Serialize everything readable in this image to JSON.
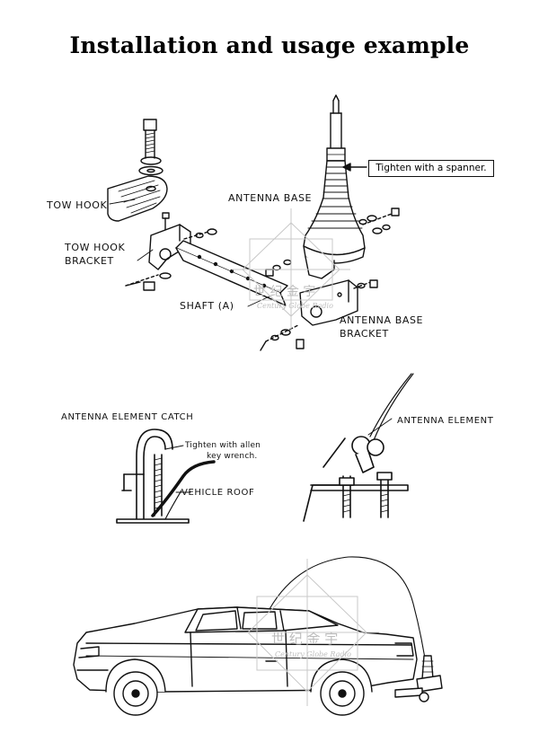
{
  "title": "Installation and usage example",
  "diagram1": {
    "tow_hook": "TOW HOOK",
    "tow_hook_bracket_line1": "TOW HOOK",
    "tow_hook_bracket_line2": "BRACKET",
    "antenna_base": "ANTENNA BASE",
    "shaft": "SHAFT (A)",
    "antenna_base_bracket_line1": "ANTENNA BASE",
    "antenna_base_bracket_line2": "BRACKET",
    "callout": "Tighten with a spanner."
  },
  "diagram2": {
    "catch_title": "ANTENNA ELEMENT CATCH",
    "allen_line1": "Tighten with allen",
    "allen_line2": "key wrench.",
    "vehicle_roof": "VEHICLE ROOF",
    "antenna_element": "ANTENNA ELEMENT"
  },
  "watermark": {
    "chinese": "世 纪 金 宇",
    "english": "Century Globe Radio"
  }
}
